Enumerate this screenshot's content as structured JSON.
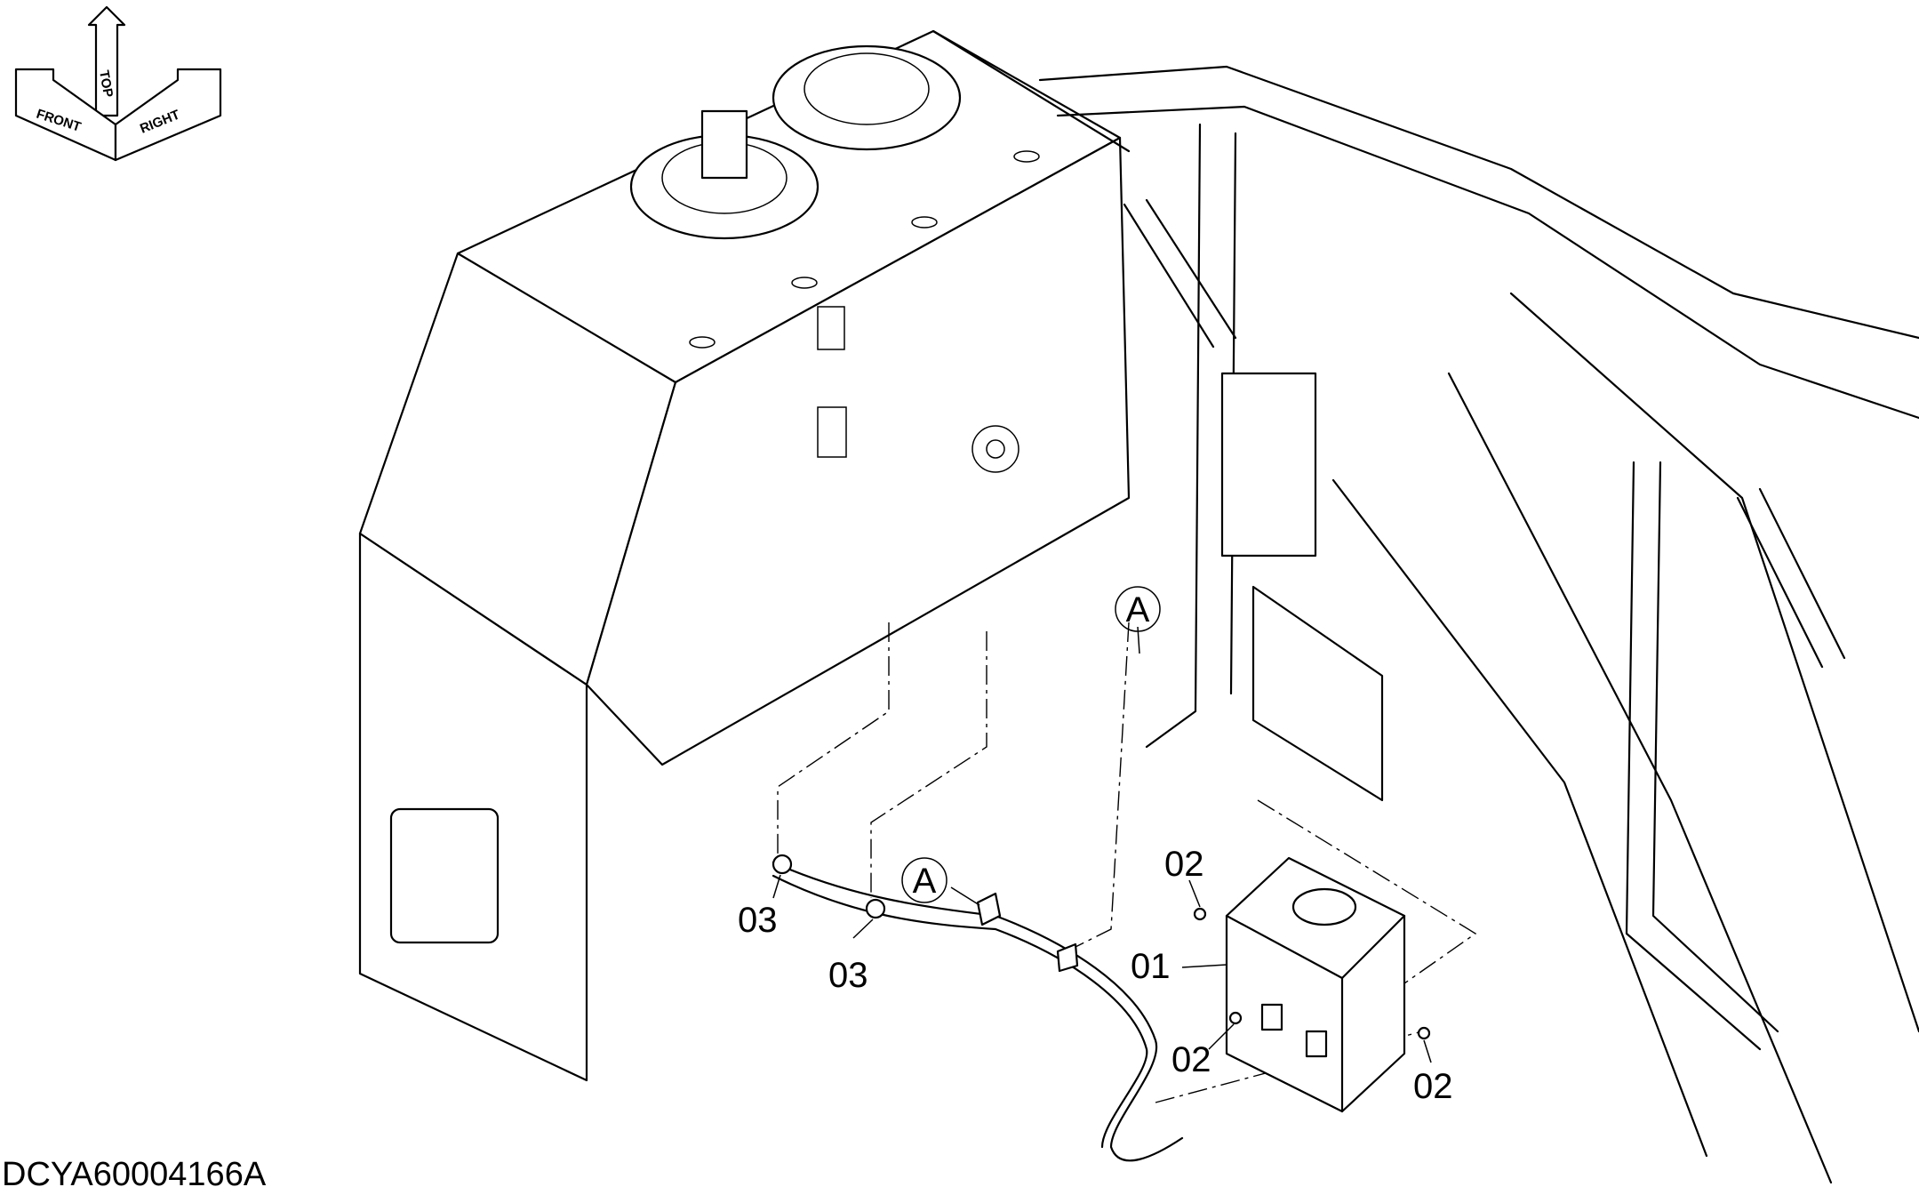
{
  "compass": {
    "front": "FRONT",
    "top": "TOP",
    "right": "RIGHT"
  },
  "callouts": {
    "part_01": "01",
    "part_02": "02",
    "part_03": "03",
    "ref_a": "A"
  },
  "drawing_code": "DCYA60004166A"
}
